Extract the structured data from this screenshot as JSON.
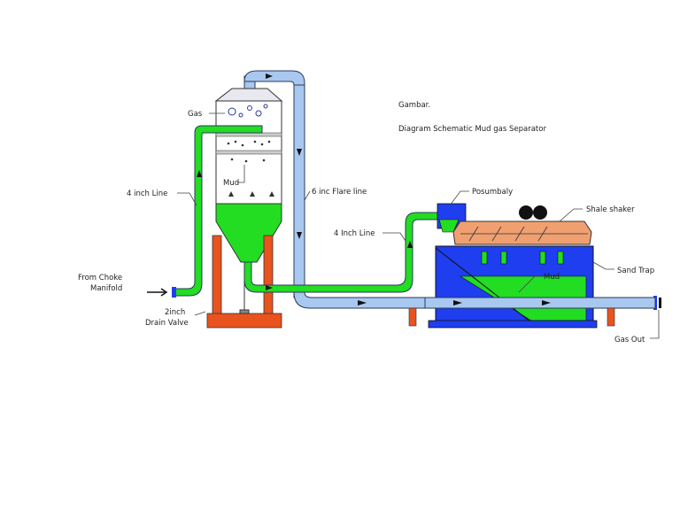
{
  "caption": {
    "line1": "Gambar.",
    "line2": "Diagram Schematic Mud gas Separator"
  },
  "labels": {
    "gas": "Gas",
    "mud_vessel": "Mud",
    "four_inch_line_left": "4 inch Line",
    "six_inch_flare": "6 inc Flare line",
    "four_inch_line_right": "4 Inch Line",
    "possum_belly": "Posumbaly",
    "shale_shaker": "Shale shaker",
    "sand_trap": "Sand Trap",
    "mud_tank": "Mud",
    "from_choke_1": "From Choke",
    "from_choke_2": "Manifold",
    "drain_1": "2inch",
    "drain_2": "Drain Valve",
    "gas_out": "Gas Out"
  },
  "colors": {
    "flare_pipe": "#a8c8f0",
    "mud_line": "#22dd22",
    "support": "#e8531e",
    "tank_blue": "#1e3ef0",
    "shaker": "#f0a070",
    "pipe_outline": "#2a3a5a"
  }
}
